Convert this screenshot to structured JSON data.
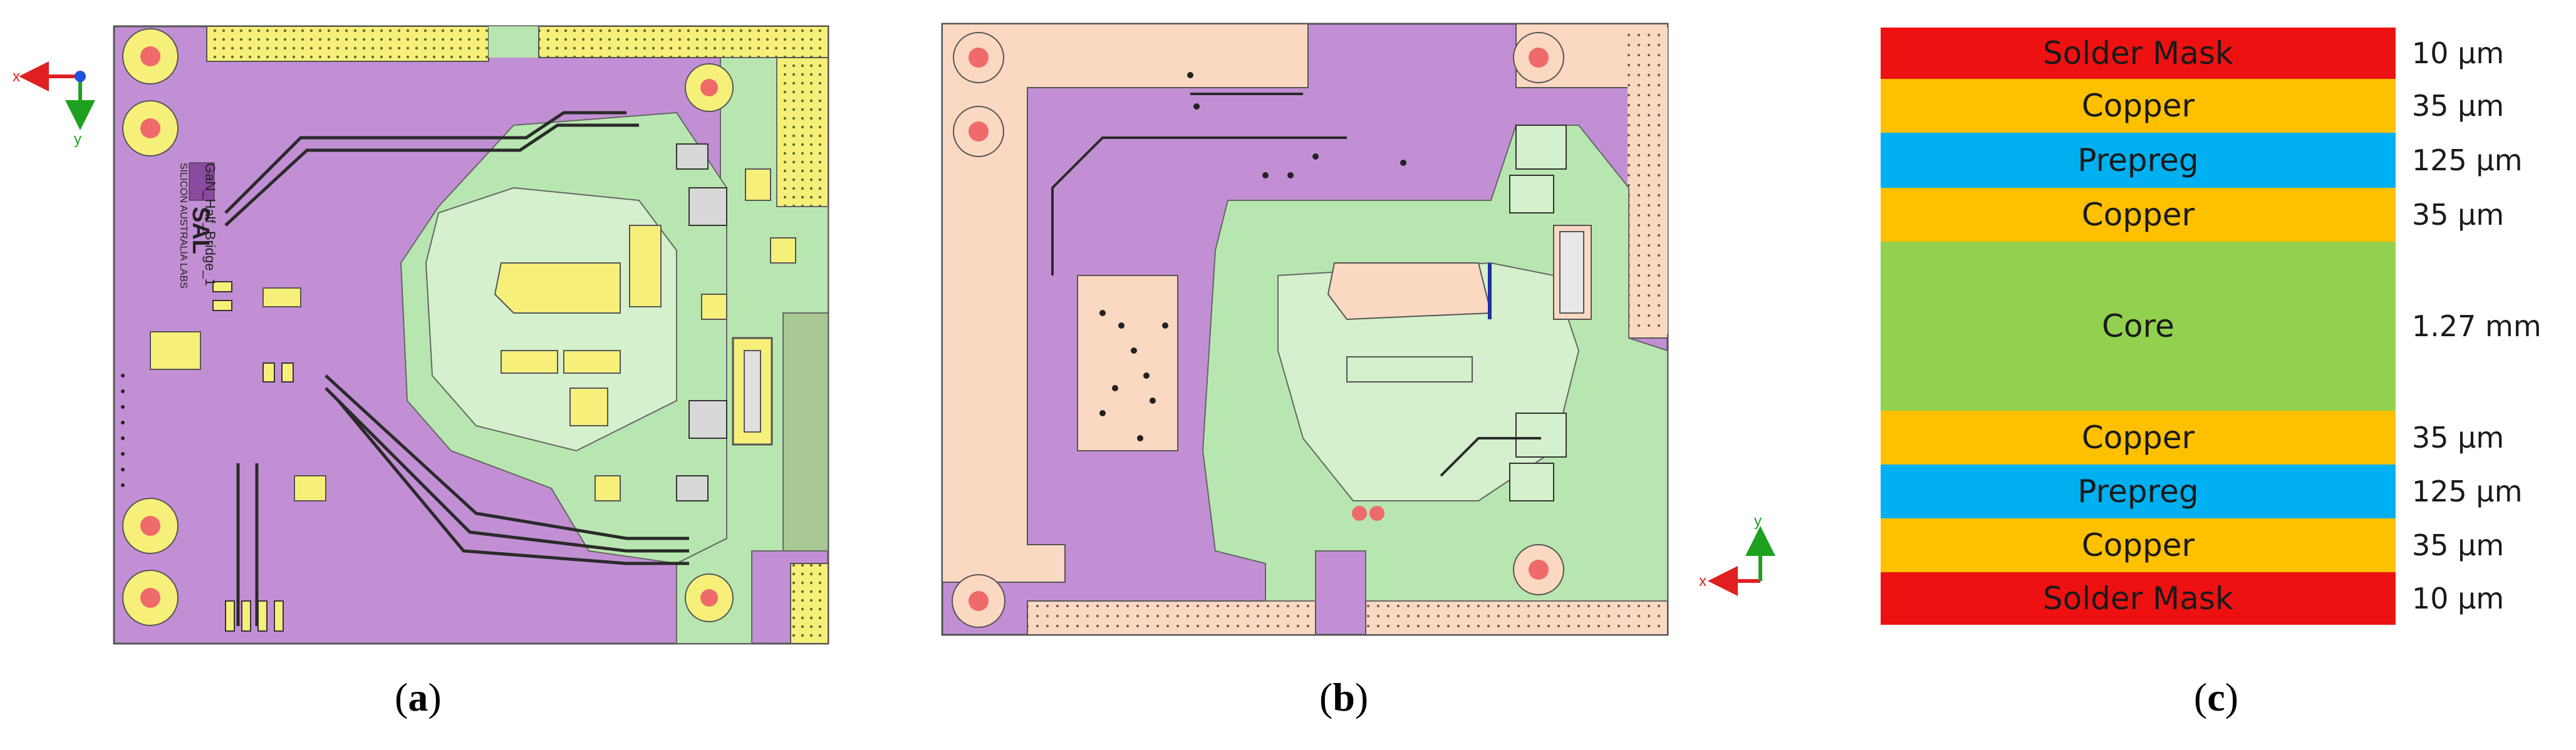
{
  "panels": [
    {
      "open": "(",
      "letter": "a",
      "close": ")"
    },
    {
      "open": "(",
      "letter": "b",
      "close": ")"
    },
    {
      "open": "(",
      "letter": "c",
      "close": ")"
    }
  ],
  "axis_labels": {
    "x": "x",
    "y": "y"
  },
  "silkscreen": {
    "brand": "SAL",
    "company": "SILICON AUSTRALIA LABS",
    "board_name": "GaN_Half_Bridge_1"
  },
  "stackup": [
    {
      "name": "Solder Mask",
      "thickness": "10 μm",
      "color": "#ee1111"
    },
    {
      "name": "Copper",
      "thickness": "35 μm",
      "color": "#ffc000"
    },
    {
      "name": "Prepreg",
      "thickness": "125 μm",
      "color": "#00b0f0"
    },
    {
      "name": "Copper",
      "thickness": "35 μm",
      "color": "#ffc000"
    },
    {
      "name": "Core",
      "thickness": "1.27 mm",
      "color": "#92d050"
    },
    {
      "name": "Copper",
      "thickness": "35 μm",
      "color": "#ffc000"
    },
    {
      "name": "Prepreg",
      "thickness": "125 μm",
      "color": "#00b0f0"
    },
    {
      "name": "Copper",
      "thickness": "35 μm",
      "color": "#ffc000"
    },
    {
      "name": "Solder Mask",
      "thickness": "10 μm",
      "color": "#ee1111"
    }
  ],
  "colors": {
    "board_purple": "#c28fd4",
    "copper_green": "#b8e6b0",
    "plane_green": "#d4f0cc",
    "pad_yellow": "#f6f07a",
    "peach": "#fbd8c2",
    "hole_red": "#ef6a6a"
  }
}
